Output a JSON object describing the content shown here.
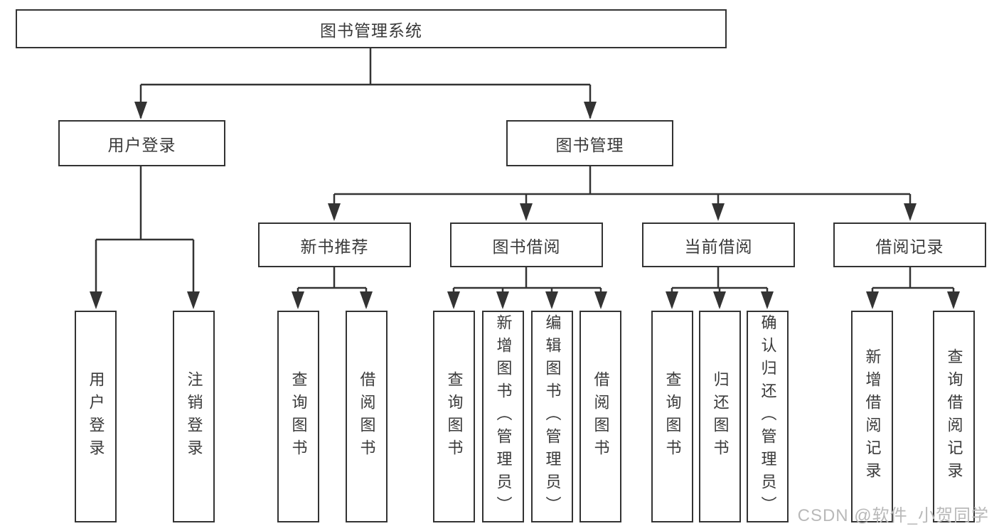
{
  "diagram": {
    "title": "图书管理系统",
    "level2": {
      "user_login": "用户登录",
      "book_management": "图书管理"
    },
    "level3": {
      "new_book_recommend": "新书推荐",
      "book_borrow": "图书借阅",
      "current_borrow": "当前借阅",
      "borrow_records": "借阅记录"
    },
    "leaves": {
      "user_login": "用户登录",
      "logout": "注销登录",
      "recommend_query_books": "查询图书",
      "recommend_borrow_books": "借阅图书",
      "borrow_query_books": "查询图书",
      "borrow_add_books_admin": "新增图书（管理员）",
      "borrow_edit_books_admin": "编辑图书（管理员）",
      "borrow_borrow_books": "借阅图书",
      "current_query_books": "查询图书",
      "current_return_books": "归还图书",
      "current_confirm_return_admin": "确认归还（管理员）",
      "records_add_record": "新增借阅记录",
      "records_query_record": "查询借阅记录"
    },
    "watermark": "CSDN @软件_小贺同学",
    "colors": {
      "line": "#333333",
      "text": "#3a3a3a",
      "watermark": "#b9b9b9",
      "background": "#ffffff"
    }
  }
}
